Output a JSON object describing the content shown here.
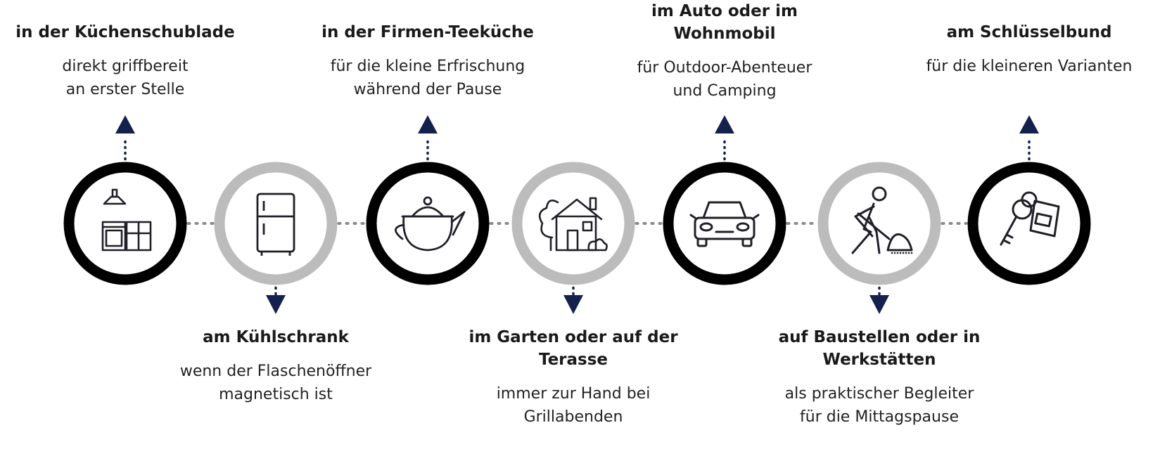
{
  "colors": {
    "dark_ring": "#000000",
    "light_ring": "#bcbcbc",
    "arrow": "#14214d",
    "connector": "#8a8a8a",
    "icon_stroke": "#1f1f27"
  },
  "stations": [
    {
      "title": "in der Küchenschublade",
      "description": [
        "direkt griffbereit",
        "an erster Stelle"
      ],
      "icon": "kitchen-icon",
      "ring": "dark",
      "label_position": "top"
    },
    {
      "title": "am Kühlschrank",
      "description": [
        "wenn der Flaschenöffner",
        "magnetisch ist"
      ],
      "icon": "fridge-icon",
      "ring": "light",
      "label_position": "bottom"
    },
    {
      "title": "in der Firmen-Teeküche",
      "description": [
        "für die kleine Erfrischung",
        "während der Pause"
      ],
      "icon": "teapot-icon",
      "ring": "dark",
      "label_position": "top"
    },
    {
      "title": "im Garten oder auf der Terasse",
      "title_lines": [
        "im Garten oder auf der",
        "Terasse"
      ],
      "description": [
        "immer zur Hand bei",
        "Grillabenden"
      ],
      "icon": "house-garden-icon",
      "ring": "light",
      "label_position": "bottom"
    },
    {
      "title": "im Auto oder im Wohnmobil",
      "title_lines": [
        "im Auto oder im",
        "Wohnmobil"
      ],
      "description": [
        "für Outdoor-Abenteuer",
        "und Camping"
      ],
      "icon": "car-icon",
      "ring": "dark",
      "label_position": "top"
    },
    {
      "title": "auf Baustellen oder in Werkstätten",
      "title_lines": [
        "auf Baustellen oder in",
        "Werkstätten"
      ],
      "description": [
        "als praktischer Begleiter",
        "für die Mittagspause"
      ],
      "icon": "construction-worker-icon",
      "ring": "light",
      "label_position": "bottom"
    },
    {
      "title": "am Schlüsselbund",
      "description": [
        "für die kleineren Varianten"
      ],
      "icon": "keychain-icon",
      "ring": "dark",
      "label_position": "top"
    }
  ]
}
